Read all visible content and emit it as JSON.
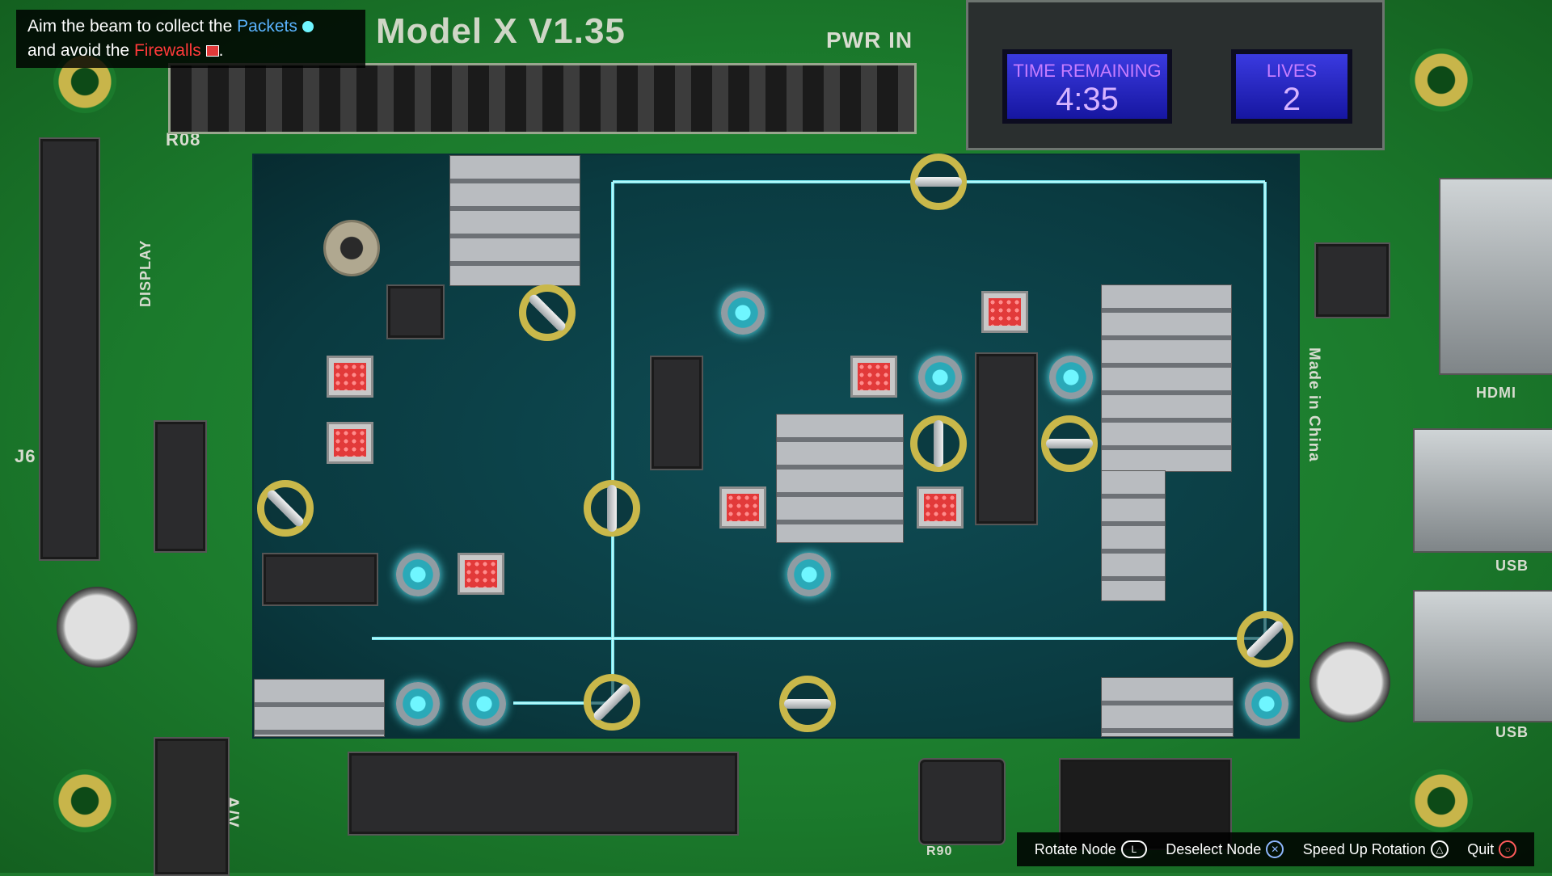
{
  "board": {
    "title": "Model X V1.35",
    "pwr_in": "PWR IN",
    "r08": "R08",
    "j6": "J6",
    "display": "DISPLAY",
    "hdmi": "HDMI",
    "usb_top": "USB",
    "usb_bottom": "USB",
    "made_in_china": "Made in China",
    "av": "A/V",
    "r90": "R90"
  },
  "instructions": {
    "line1_prefix": "Aim the beam to collect the ",
    "packets_word": "Packets",
    "line2_prefix": "and avoid the ",
    "firewalls_word": "Firewalls",
    "period": "."
  },
  "hud": {
    "time_label": "TIME REMAINING",
    "time_value": "4:35",
    "lives_label": "LIVES",
    "lives_value": "2"
  },
  "controls": [
    {
      "label": "Rotate Node",
      "icon": "L-stick-icon",
      "glyph": "L"
    },
    {
      "label": "Deselect Node",
      "icon": "cross-button-icon",
      "glyph": "✕"
    },
    {
      "label": "Speed Up Rotation",
      "icon": "triangle-button-icon",
      "glyph": "△"
    },
    {
      "label": "Quit",
      "icon": "circle-button-icon",
      "glyph": "○"
    }
  ],
  "colors": {
    "beam": "#7ef4ff",
    "node_ring": "#c9b84a",
    "packet": "#6ff6ff",
    "firewall": "#e23a3a",
    "lcd_text": "#c77dff"
  }
}
